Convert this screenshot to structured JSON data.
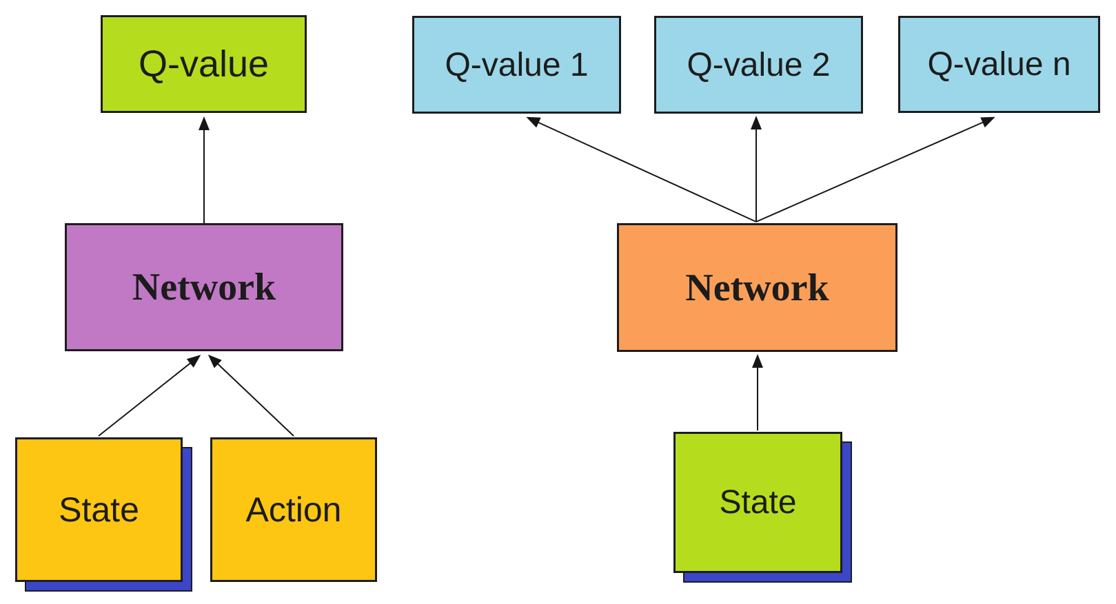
{
  "left_diagram": {
    "q_value": {
      "label": "Q-value",
      "fill": "#b5dd1e"
    },
    "network": {
      "label": "Network",
      "fill": "#c179c6"
    },
    "state": {
      "label": "State",
      "fill": "#fdc613"
    },
    "action": {
      "label": "Action",
      "fill": "#fdc613"
    },
    "shadow_color": "#3b46c8"
  },
  "right_diagram": {
    "q_value_1": {
      "label": "Q-value 1",
      "fill": "#9bd7e9"
    },
    "q_value_2": {
      "label": "Q-value 2",
      "fill": "#9bd7e9"
    },
    "q_value_n": {
      "label": "Q-value n",
      "fill": "#9bd7e9"
    },
    "network": {
      "label": "Network",
      "fill": "#fb9f58"
    },
    "state": {
      "label": "State",
      "fill": "#b5dd1e"
    },
    "shadow_color": "#3b46c8"
  },
  "colors": {
    "background": "#ffffff",
    "box_border": "#1d1d1d",
    "arrow": "#161616"
  }
}
